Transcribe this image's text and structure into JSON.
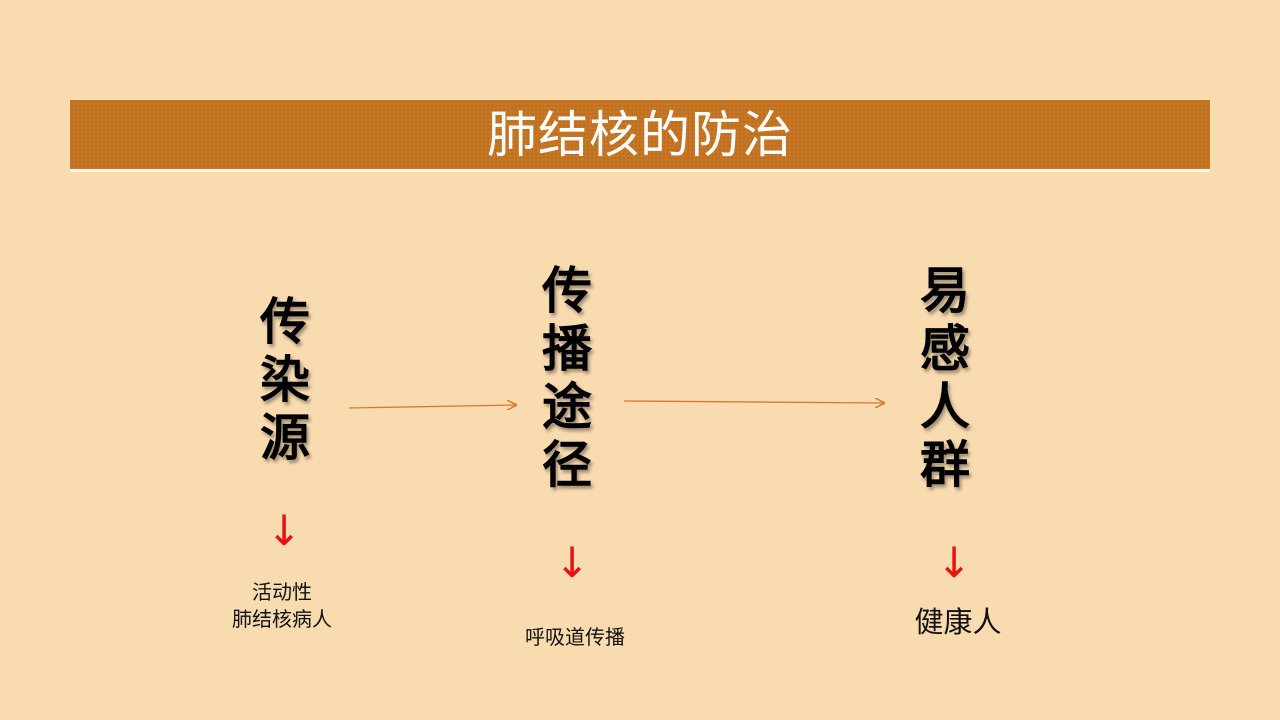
{
  "title": "肺结核的防治",
  "nodes": {
    "source": "传\n染\n源",
    "route": "传\n播\n途\n径",
    "host": "易\n感\n人\n群"
  },
  "labels": {
    "source": "活动性\n肺结核病人",
    "route": "呼吸道传播",
    "host": "健康人"
  },
  "arrow_glyph": "↓",
  "colors": {
    "background": "#f9dbb0",
    "title_bar": "#c77624",
    "flow_arrow": "#d9792a",
    "down_arrow": "#e81010"
  }
}
